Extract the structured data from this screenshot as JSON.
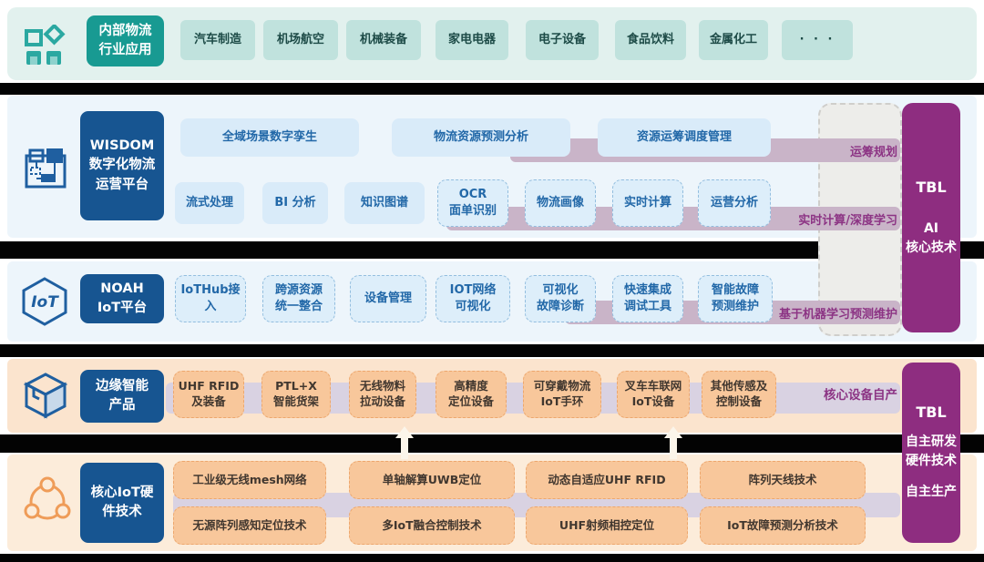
{
  "colors": {
    "teal_dark": "#189a92",
    "teal_light": "#c0e2dd",
    "band1_bg": "#e2f1ee",
    "blue_dark": "#175591",
    "blue_light": "#d9ebf9",
    "band_blue_bg": "#edf5fb",
    "purple": "#8e2d80",
    "ribbon_mauve": "#c9b4c8",
    "lavender": "#d9d2e2",
    "band_orange_bg": "#fbe4ce",
    "band_orange2_bg": "#fcecda",
    "orange_chip": "#f8c79b",
    "separator": "#030303"
  },
  "icons": {
    "band_app": "grid-icon",
    "band_wisdom": "workflow-icon",
    "band_noah": "iot-hexagon-icon",
    "band_edge": "cube-icon",
    "band_core": "network-icon"
  },
  "band_app": {
    "title": "内部物流\n行业应用",
    "items": [
      "汽车制造",
      "机场航空",
      "机械装备",
      "家电电器",
      "电子设备",
      "食品饮料",
      "金属化工",
      "· · ·"
    ]
  },
  "band_wisdom": {
    "title": "WISDOM\n数字化物流\n运营平台",
    "row1": [
      "全域场景数字孪生",
      "物流资源预测分析",
      "资源运筹调度管理"
    ],
    "ribbon1": "运筹规划",
    "row2_solid": [
      "流式处理",
      "BI 分析",
      "知识图谱"
    ],
    "row2_dashed": [
      "OCR\n面单识别",
      "物流画像",
      "实时计算",
      "运营分析"
    ],
    "ribbon2": "实时计算/深度学习",
    "tbl": "TBL",
    "tbl_sub": "AI\n核心技术"
  },
  "band_noah": {
    "title": "NOAH\nIoT平台",
    "items": [
      "IoTHub接\n入",
      "跨源资源\n统一整合",
      "设备管理",
      "IOT网络\n可视化",
      "可视化\n故障诊断",
      "快速集成\n调试工具",
      "智能故障\n预测维护"
    ],
    "ribbon": "基于机器学习预测维护"
  },
  "band_edge": {
    "title": "边缘智能\n产品",
    "items": [
      "UHF RFID\n及装备",
      "PTL+X\n智能货架",
      "无线物料\n拉动设备",
      "高精度\n定位设备",
      "可穿戴物流\nIoT手环",
      "叉车车联网\nIoT设备",
      "其他传感及\n控制设备"
    ],
    "ribbon": "核心设备自产",
    "tbl": "TBL",
    "tbl_sub": "自主研发\n硬件技术",
    "tbl_sub2": "自主生产"
  },
  "band_core": {
    "title": "核心IoT硬\n件技术",
    "row1": [
      "工业级无线mesh网络",
      "单轴解算UWB定位",
      "动态自适应UHF RFID",
      "阵列天线技术"
    ],
    "row2": [
      "无源阵列感知定位技术",
      "多IoT融合控制技术",
      "UHF射频相控定位",
      "IoT故障预测分析技术"
    ]
  }
}
